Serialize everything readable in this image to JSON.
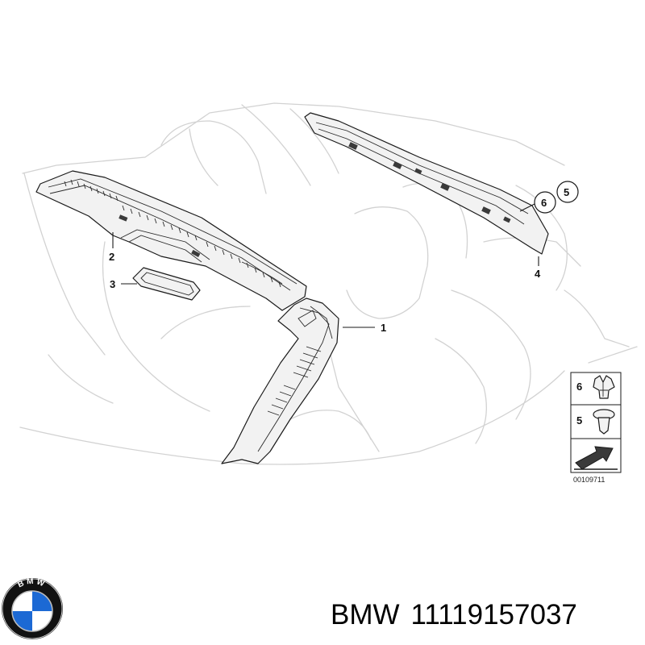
{
  "callouts": {
    "c1": "1",
    "c2": "2",
    "c3": "3",
    "c4": "4",
    "c5": "5",
    "c6": "6"
  },
  "legend": {
    "item6": "6",
    "item5": "5"
  },
  "reference_number": "00109711",
  "logo": {
    "text": "BMW",
    "colors": {
      "blue": "#1c69d4",
      "white": "#ffffff",
      "ring": "#111111"
    }
  },
  "caption": {
    "brand": "BMW",
    "part_number": "11119157037"
  }
}
